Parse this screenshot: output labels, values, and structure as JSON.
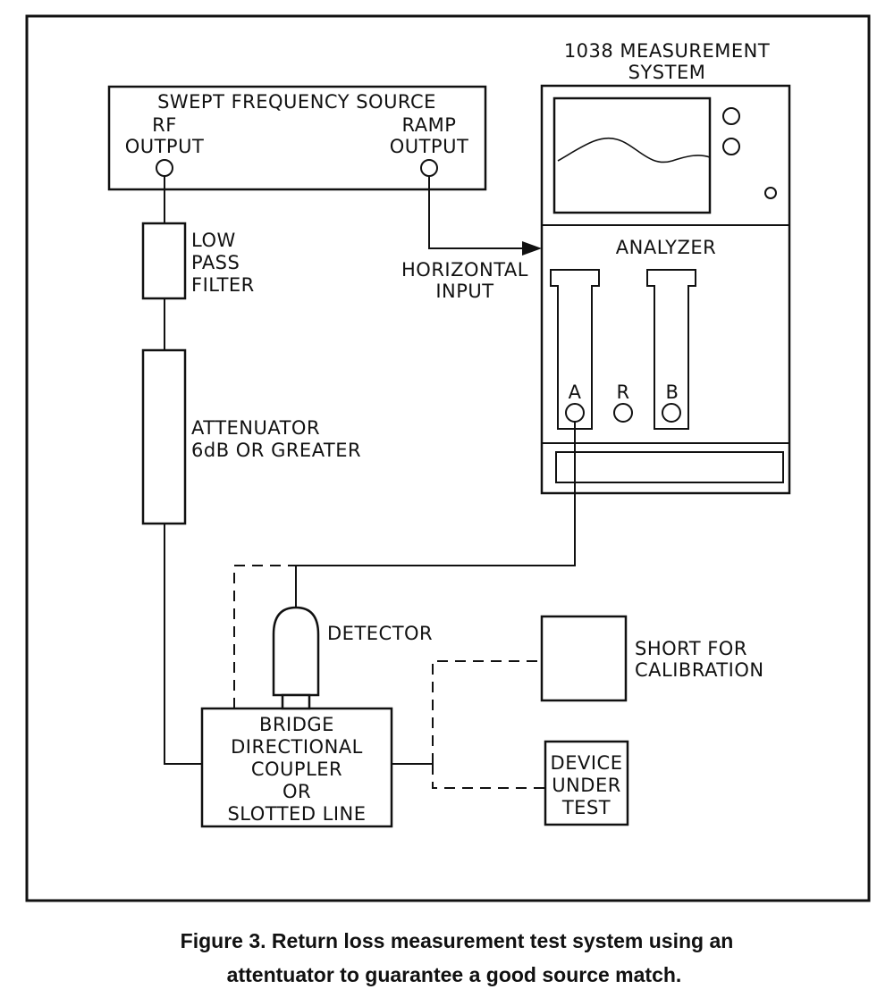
{
  "diagram": {
    "measurement_system": {
      "title_line1": "1038 MEASUREMENT",
      "title_line2": "SYSTEM",
      "analyzer_label": "ANALYZER",
      "port_a": "A",
      "port_r": "R",
      "port_b": "B"
    },
    "source": {
      "title": "SWEPT FREQUENCY SOURCE",
      "rf_line1": "RF",
      "rf_line2": "OUTPUT",
      "ramp_line1": "RAMP",
      "ramp_line2": "OUTPUT"
    },
    "horizontal_input": {
      "line1": "HORIZONTAL",
      "line2": "INPUT"
    },
    "filter": {
      "line1": "LOW",
      "line2": "PASS",
      "line3": "FILTER"
    },
    "attenuator": {
      "line1": "ATTENUATOR",
      "line2": "6dB OR GREATER"
    },
    "detector": "DETECTOR",
    "coupler": {
      "line1": "BRIDGE",
      "line2": "DIRECTIONAL",
      "line3": "COUPLER",
      "line4": "OR",
      "line5": "SLOTTED LINE"
    },
    "short": {
      "line1": "SHORT FOR",
      "line2": "CALIBRATION"
    },
    "dut": {
      "line1": "DEVICE",
      "line2": "UNDER",
      "line3": "TEST"
    }
  },
  "caption": {
    "line1": "Figure 3.  Return loss measurement test system using an",
    "line2": "attentuator to guarantee a good source match."
  }
}
